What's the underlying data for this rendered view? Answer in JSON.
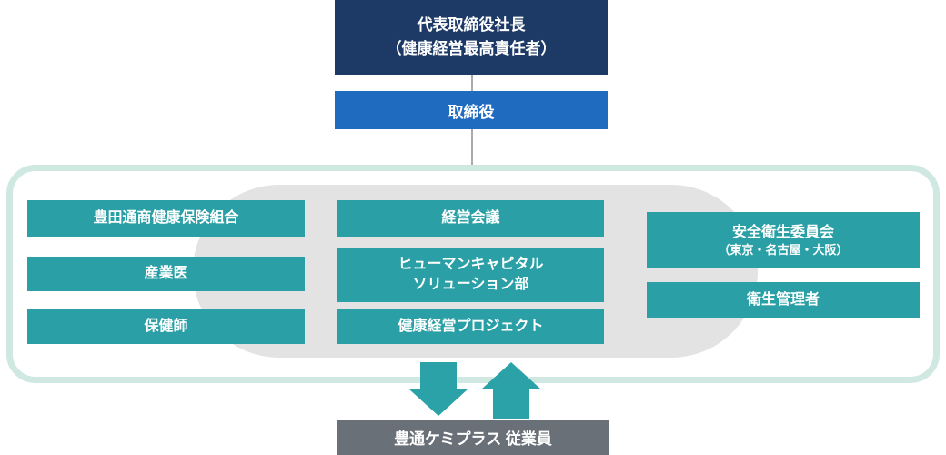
{
  "colors": {
    "navy": "#1d3a66",
    "blue": "#1e6bc0",
    "teal": "#2aa0a6",
    "arrow": "#2aa2a8",
    "container_border": "#cfe8e2",
    "blob": "#e3e3e3",
    "employee_gray": "#697078",
    "connector": "#aaaaaa"
  },
  "hierarchy": {
    "president": "代表取締役社長\n（健康経営最高責任者）",
    "director": "取締役"
  },
  "committee": {
    "left_column": [
      {
        "label": "豊田通商健康保険組合"
      },
      {
        "label": "産業医"
      },
      {
        "label": "保健師"
      }
    ],
    "center_column": [
      {
        "label": "経営会議"
      },
      {
        "label": "ヒューマンキャピタル\nソリューション部"
      },
      {
        "label": "健康経営プロジェクト"
      }
    ],
    "right_column": [
      {
        "label": "安全衛生委員会",
        "sublabel": "（東京・名古屋・大阪）"
      },
      {
        "label": "衛生管理者"
      }
    ]
  },
  "employees": {
    "label": "豊通ケミプラス 従業員"
  },
  "icons": {
    "down_arrow": "flow-down-arrow",
    "up_arrow": "flow-up-arrow"
  }
}
